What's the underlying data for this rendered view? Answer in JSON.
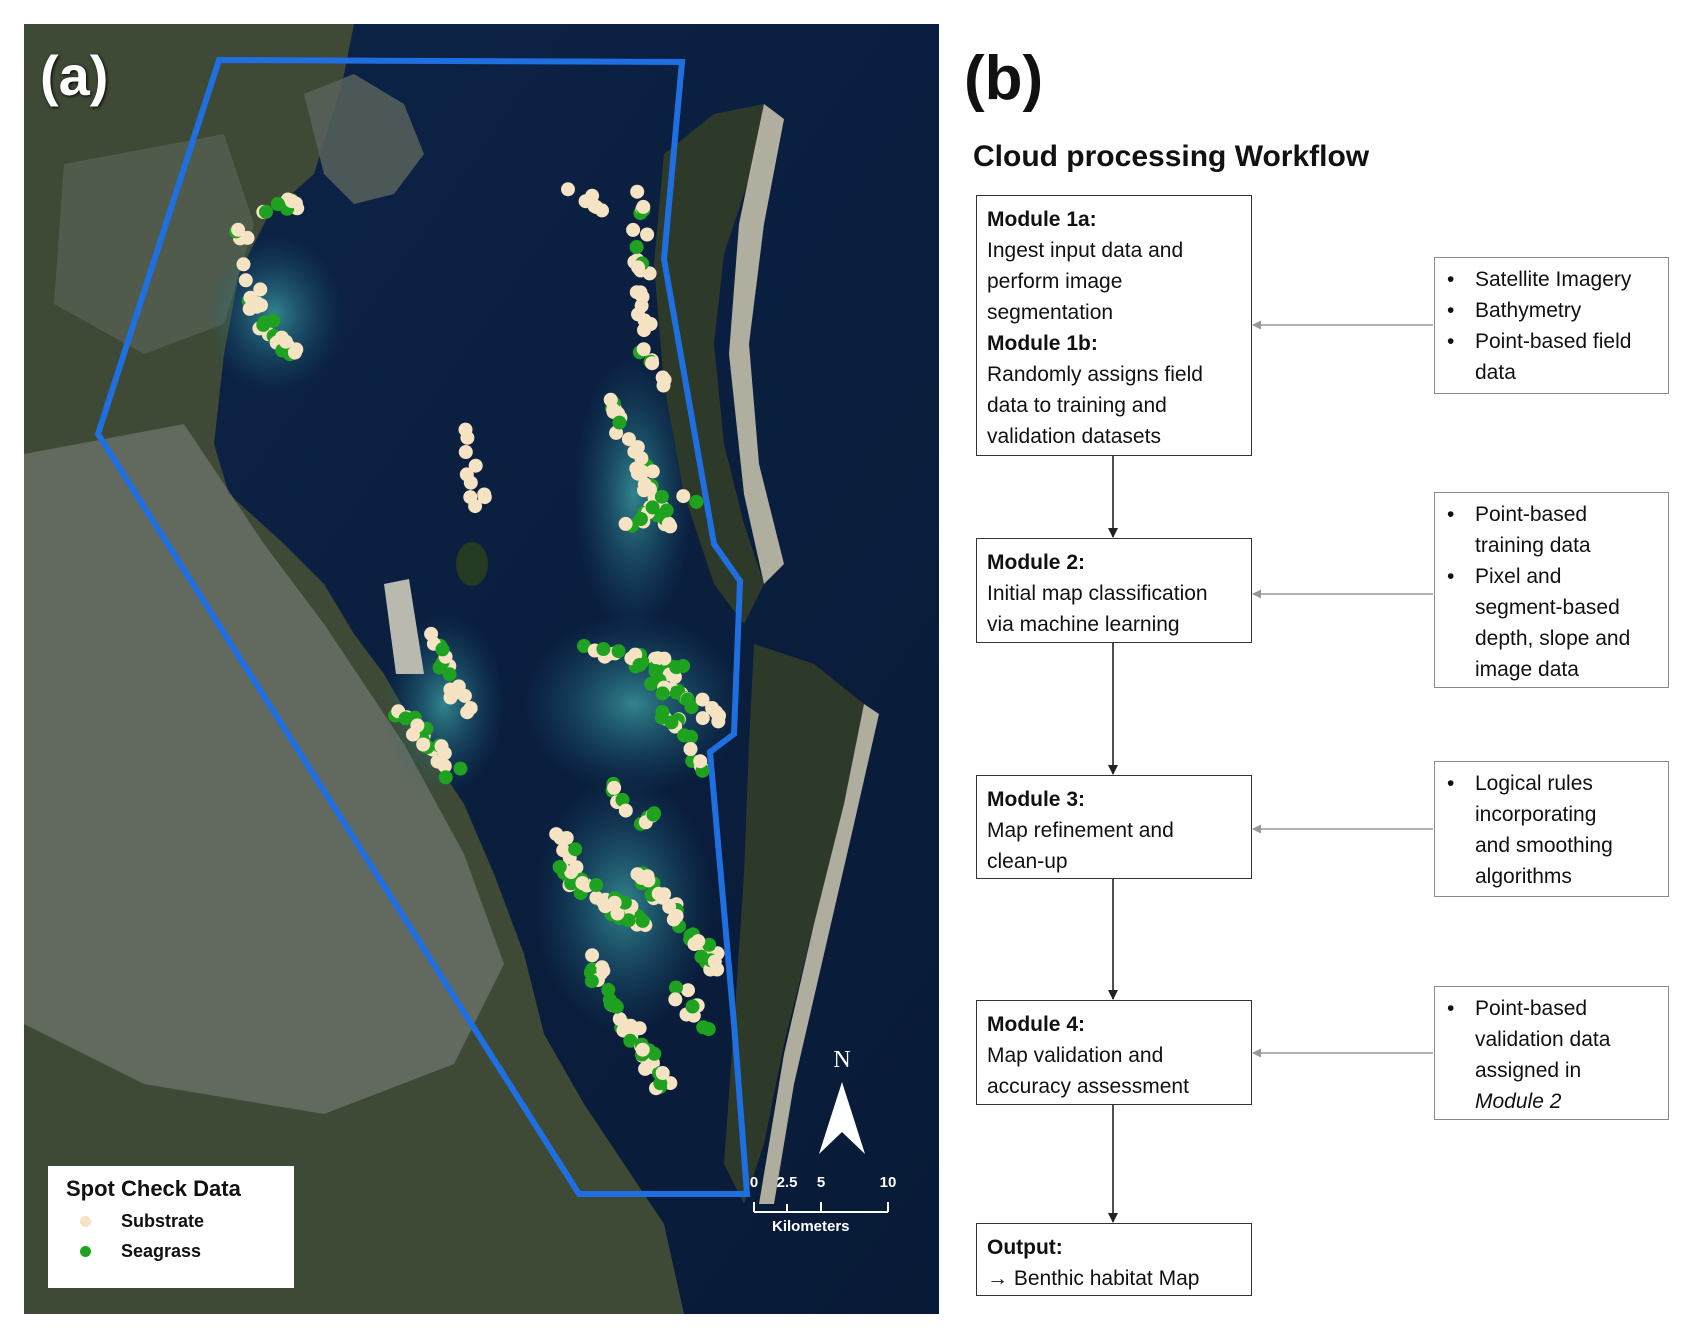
{
  "panel_a": {
    "label": "(a)",
    "legend": {
      "title": "Spot Check Data",
      "items": [
        {
          "label": "Substrate",
          "color": "#f5e3c3"
        },
        {
          "label": "Seagrass",
          "color": "#1fa21f"
        }
      ]
    },
    "scale_bar": {
      "ticks": [
        "0",
        "2.5",
        "5",
        "10"
      ],
      "unit": "Kilometers"
    },
    "north_arrow": {
      "label": "N"
    },
    "boundary_color": "#1f6fe0"
  },
  "panel_b": {
    "label": "(b)",
    "title": "Cloud processing Workflow",
    "modules": [
      {
        "sections": [
          {
            "heading": "Module 1a:",
            "lines": [
              "Ingest input data and",
              "perform image",
              "segmentation"
            ]
          },
          {
            "heading": "Module 1b:",
            "lines": [
              "Randomly assigns field",
              "data to training and",
              "validation datasets"
            ]
          }
        ]
      },
      {
        "sections": [
          {
            "heading": "Module 2:",
            "lines": [
              "Initial map classification",
              "via machine learning"
            ]
          }
        ]
      },
      {
        "sections": [
          {
            "heading": "Module 3:",
            "lines": [
              "Map refinement and",
              "clean-up"
            ]
          }
        ]
      },
      {
        "sections": [
          {
            "heading": "Module 4:",
            "lines": [
              "Map validation and",
              "accuracy assessment"
            ]
          }
        ]
      },
      {
        "sections": [
          {
            "heading": "Output:",
            "lines": [
              "→ Benthic habitat Map"
            ]
          }
        ]
      }
    ],
    "inputs": [
      {
        "items": [
          [
            "Satellite Imagery"
          ],
          [
            "Bathymetry"
          ],
          [
            "Point-based field",
            "data"
          ]
        ]
      },
      {
        "items": [
          [
            "Point-based",
            "training data"
          ],
          [
            "Pixel and",
            "segment-based",
            "depth, slope and",
            "image data"
          ]
        ]
      },
      {
        "items": [
          [
            "Logical rules",
            "incorporating",
            "and smoothing",
            "algorithms"
          ]
        ]
      },
      {
        "items": [
          [
            "Point-based",
            "validation data",
            "assigned in",
            "Module 2"
          ]
        ]
      }
    ],
    "bullet": "•"
  }
}
